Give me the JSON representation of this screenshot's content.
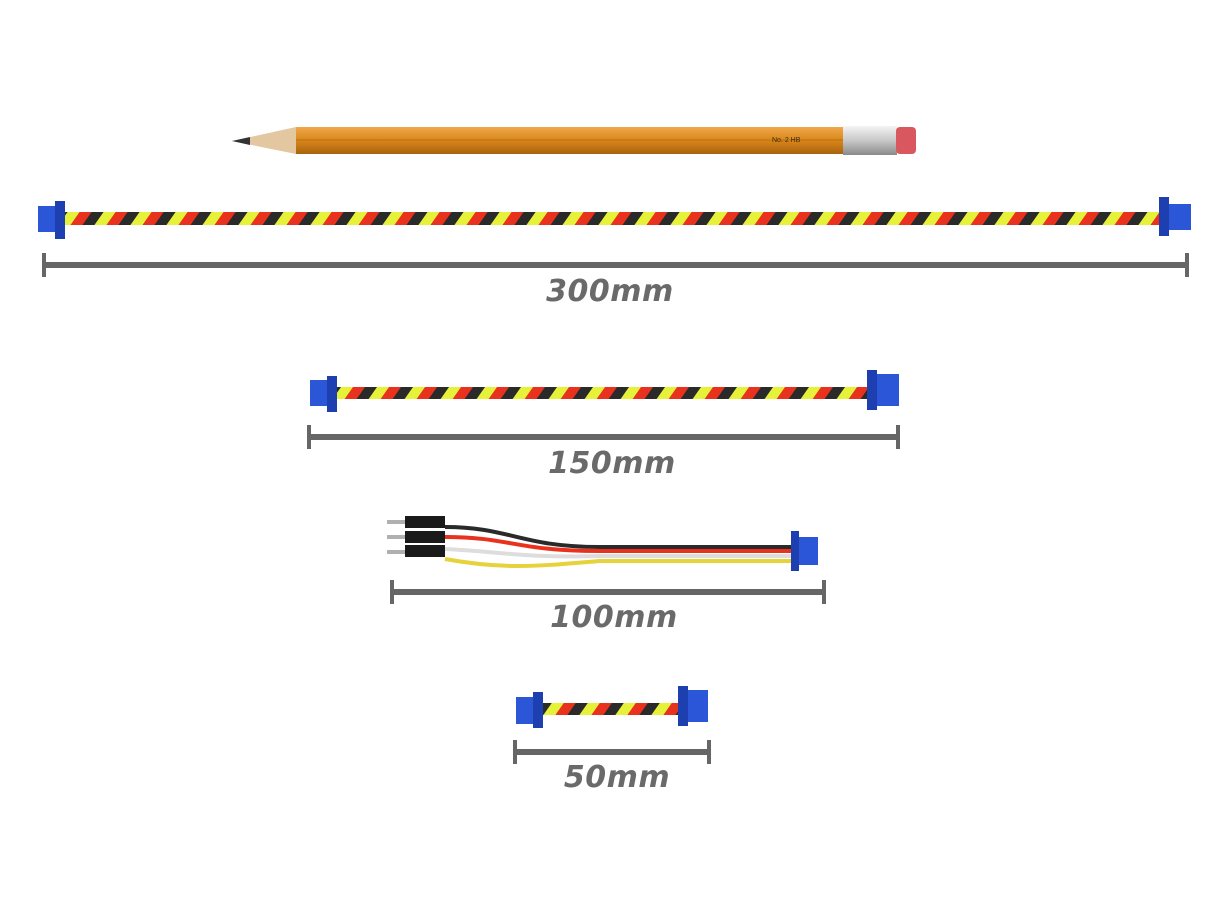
{
  "pencil": {
    "label": "No. 2  HB"
  },
  "measurements": [
    {
      "id": "300",
      "label": "300mm"
    },
    {
      "id": "150",
      "label": "150mm"
    },
    {
      "id": "100",
      "label": "100mm"
    },
    {
      "id": "50",
      "label": "50mm"
    }
  ],
  "colors": {
    "wire_yellow": "#e6f23a",
    "wire_red": "#e8321e",
    "wire_black": "#2a2a2a",
    "wire_white": "#f2f2f2",
    "connector_blue": "#2c56d8",
    "dimension_gray": "#666666",
    "pencil_body": "#d9861a"
  }
}
